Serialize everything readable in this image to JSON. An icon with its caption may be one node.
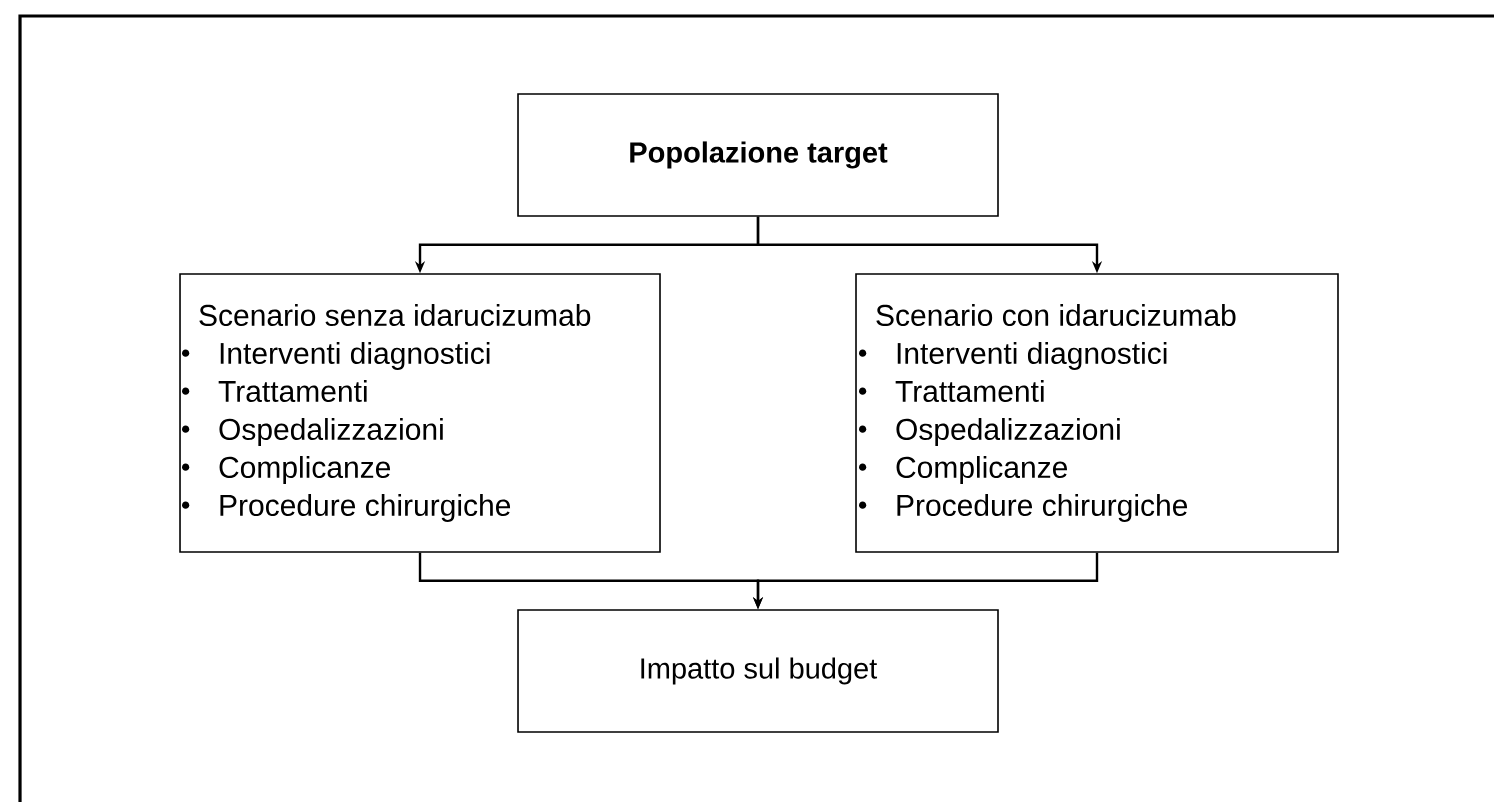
{
  "diagram": {
    "nodes": [
      {
        "text": [
          "Popolazione target"
        ]
      },
      {
        "text": [
          "Scenario senza idarucizumab",
          "Interventi diagnostici",
          "Trattamenti",
          "Ospedalizzazioni",
          "Complicanze",
          "Procedure chirurgiche"
        ]
      },
      {
        "text": [
          "Scenario con idarucizumab",
          "Interventi diagnostici",
          "Trattamenti",
          "Ospedalizzazioni",
          "Complicanze",
          "Procedure chirurgiche"
        ]
      },
      {
        "text": [
          "Impatto sul budget"
        ]
      }
    ],
    "edges": [
      {
        "from": 0,
        "to": 1,
        "arrow": "to"
      },
      {
        "from": 0,
        "to": 2,
        "arrow": "to"
      },
      {
        "from": 1,
        "to": 3,
        "arrow": "to"
      },
      {
        "from": 2,
        "to": 3,
        "arrow": "to"
      }
    ]
  }
}
